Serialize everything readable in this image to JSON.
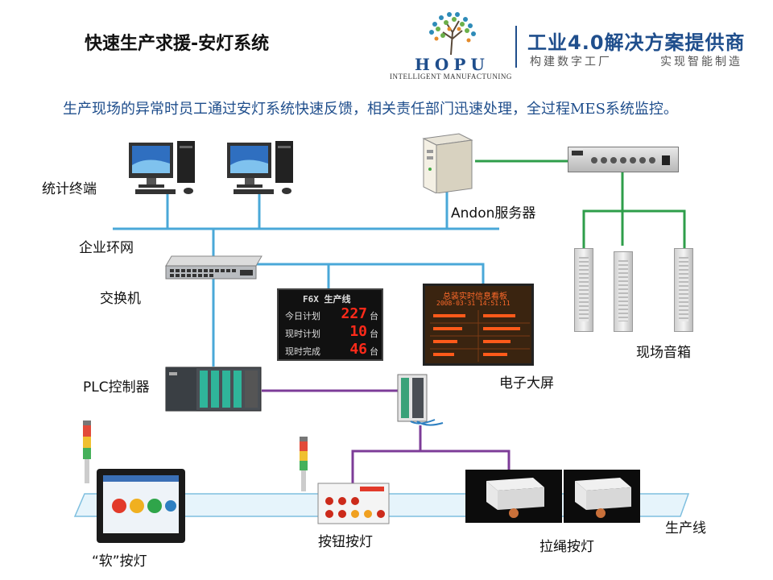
{
  "header": {
    "title": "快速生产求援-安灯系统",
    "logo_name": "HOPU",
    "logo_tagline": "INTELLIGENT MANUFACTUNING",
    "slogan": "工业4.0解决方案提供商",
    "slogan_sub_left": "构建数字工厂",
    "slogan_sub_right": "实现智能制造"
  },
  "description": "生产现场的异常时员工通过安灯系统快速反馈，相关责任部门迅速处理，全过程MES系统监控。",
  "labels": {
    "terminal": "统计终端",
    "server": "Andon服务器",
    "network": "企业环网",
    "switch": "交换机",
    "plc": "PLC控制器",
    "screen": "电子大屏",
    "speaker": "现场音箱",
    "line": "生产线",
    "soft_light": "“软”按灯",
    "button_light": "按钮按灯",
    "rope_light": "拉绳按灯"
  },
  "led_board": {
    "title": "F6X 生产线",
    "rows": [
      {
        "label": "今日计划",
        "value": "227",
        "unit": "台"
      },
      {
        "label": "现时计划",
        "value": "10",
        "unit": "台"
      },
      {
        "label": "现时完成",
        "value": "46",
        "unit": "台"
      }
    ]
  },
  "big_screen": {
    "title": "总装实时信息看板",
    "date": "2008-03-31 14:51:11"
  },
  "colors": {
    "network_line": "#4aa8d8",
    "bus_line": "#7d3c98",
    "audio_line": "#2e9e4a",
    "brand": "#1f4e8c"
  }
}
